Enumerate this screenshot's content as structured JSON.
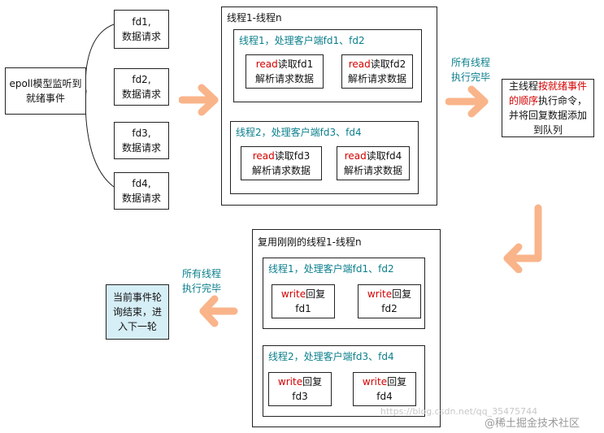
{
  "epoll_box": "epoll模型监听到就绪事件",
  "fd_boxes": [
    {
      "line1": "fd1,",
      "line2": "数据请求"
    },
    {
      "line1": "fd2,",
      "line2": "数据请求"
    },
    {
      "line1": "fd3,",
      "line2": "数据请求"
    },
    {
      "line1": "fd4,",
      "line2": "数据请求"
    }
  ],
  "group1": {
    "title": "线程1-线程n",
    "thread1": {
      "title": "线程1，处理客户端fd1、fd2",
      "a": {
        "kw": "read",
        "rest": "读取fd1",
        "line2": "解析请求数据"
      },
      "b": {
        "kw": "read",
        "rest": "读取fd2",
        "line2": "解析请求数据"
      }
    },
    "thread2": {
      "title": "线程2，处理客户端fd3、fd4",
      "a": {
        "kw": "read",
        "rest": "读取fd3",
        "line2": "解析请求数据"
      },
      "b": {
        "kw": "read",
        "rest": "读取fd4",
        "line2": "解析请求数据"
      }
    }
  },
  "label_all_done_1": {
    "line1": "所有线程",
    "line2": "执行完毕"
  },
  "main_thread": {
    "pre": "主线程",
    "red": "按就绪事件的顺序",
    "post": "执行命令，并将回复数据添加到队列"
  },
  "group2": {
    "title": "复用刚刚的线程1-线程n",
    "thread1": {
      "title": "线程1，处理客户端fd1、fd2",
      "a": {
        "kw": "write",
        "rest": "回复",
        "line2": "fd1"
      },
      "b": {
        "kw": "write",
        "rest": "回复",
        "line2": "fd2"
      }
    },
    "thread2": {
      "title": "线程2，处理客户端fd3、fd4",
      "a": {
        "kw": "write",
        "rest": "回复",
        "line2": "fd3"
      },
      "b": {
        "kw": "write",
        "rest": "回复",
        "line2": "fd4"
      }
    }
  },
  "label_all_done_2": {
    "line1": "所有线程",
    "line2": "执行完毕"
  },
  "final_box": "当前事件轮询结束，进入下一轮",
  "watermark_url": "https://blog.csdn.net/qq_35475744",
  "watermark_brand": "@稀土掘金技术社区",
  "colors": {
    "arrow": "#f9b48a",
    "teal": "#0a7f8c",
    "red": "#d40000",
    "final_bg": "#d6eef6"
  }
}
